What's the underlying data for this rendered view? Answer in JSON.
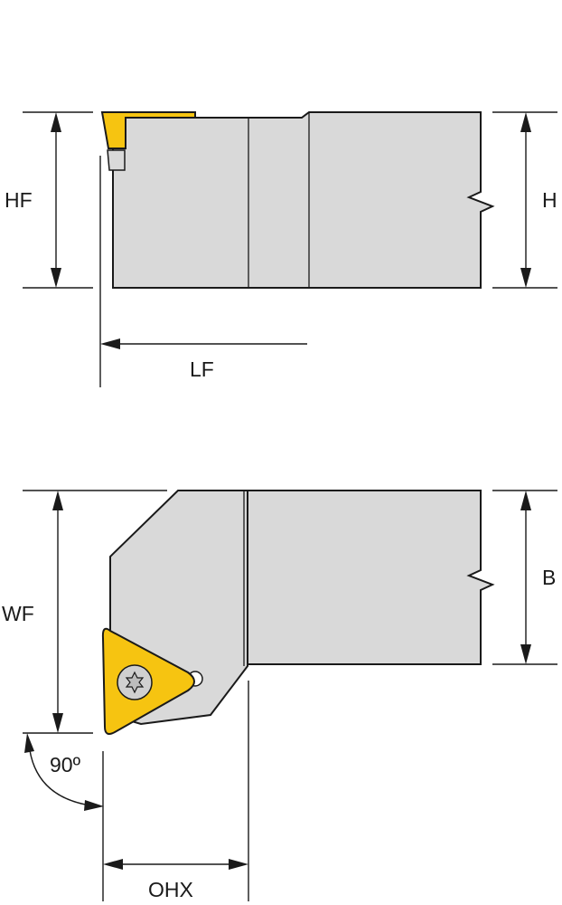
{
  "dimensions": {
    "hf": "HF",
    "h": "H",
    "lf": "LF",
    "wf": "WF",
    "b": "B",
    "ohx": "OHX",
    "angle": "90º"
  },
  "colors": {
    "body": "#d9d9d9",
    "insert": "#f6c411",
    "outline": "#1a1a1a"
  }
}
